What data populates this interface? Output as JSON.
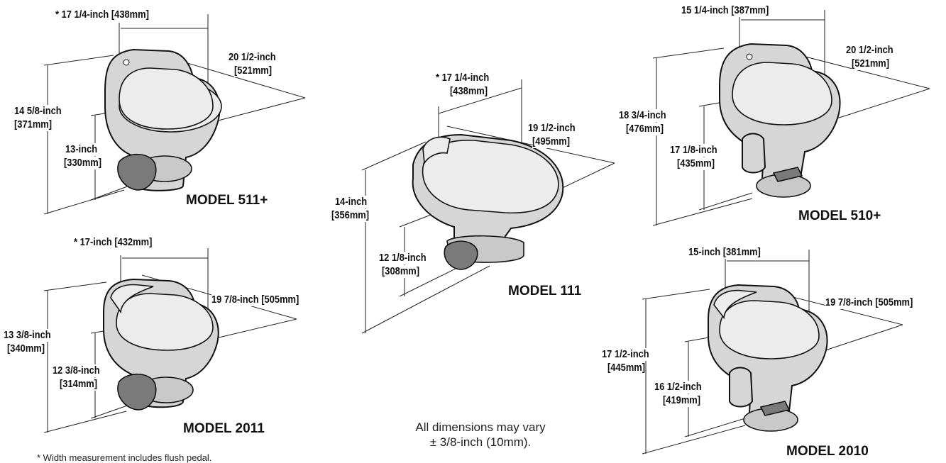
{
  "models": [
    {
      "name": "MODEL 511+",
      "dims": {
        "width": [
          "* 17 1/4-inch [438mm]"
        ],
        "depth": [
          "20 1/2-inch",
          "[521mm]"
        ],
        "height": [
          "14 5/8-inch",
          "[371mm]"
        ],
        "seat": [
          "13-inch",
          "[330mm]"
        ]
      }
    },
    {
      "name": "MODEL 2011",
      "dims": {
        "width": [
          "* 17-inch [432mm]"
        ],
        "depth": [
          "19 7/8-inch [505mm]"
        ],
        "height": [
          "13 3/8-inch",
          "[340mm]"
        ],
        "seat": [
          "12 3/8-inch",
          "[314mm]"
        ]
      }
    },
    {
      "name": "MODEL 111",
      "dims": {
        "width": [
          "* 17 1/4-inch",
          "[438mm]"
        ],
        "depth": [
          "19 1/2-inch",
          "[495mm]"
        ],
        "height": [
          "14-inch",
          "[356mm]"
        ],
        "seat": [
          "12 1/8-inch",
          "[308mm]"
        ]
      }
    },
    {
      "name": "MODEL 510+",
      "dims": {
        "width": [
          "15 1/4-inch [387mm]"
        ],
        "depth": [
          "20 1/2-inch",
          "[521mm]"
        ],
        "height": [
          "18 3/4-inch",
          "[476mm]"
        ],
        "seat": [
          "17 1/8-inch",
          "[435mm]"
        ]
      }
    },
    {
      "name": "MODEL 2010",
      "dims": {
        "width": [
          "15-inch [381mm]"
        ],
        "depth": [
          "19 7/8-inch [505mm]"
        ],
        "height": [
          "17 1/2-inch",
          "[445mm]"
        ],
        "seat": [
          "16 1/2-inch",
          "[419mm]"
        ]
      }
    }
  ],
  "notes": {
    "tolerance": [
      "All dimensions may vary",
      "± 3/8-inch (10mm)."
    ],
    "footnote": "* Width measurement includes flush pedal."
  }
}
